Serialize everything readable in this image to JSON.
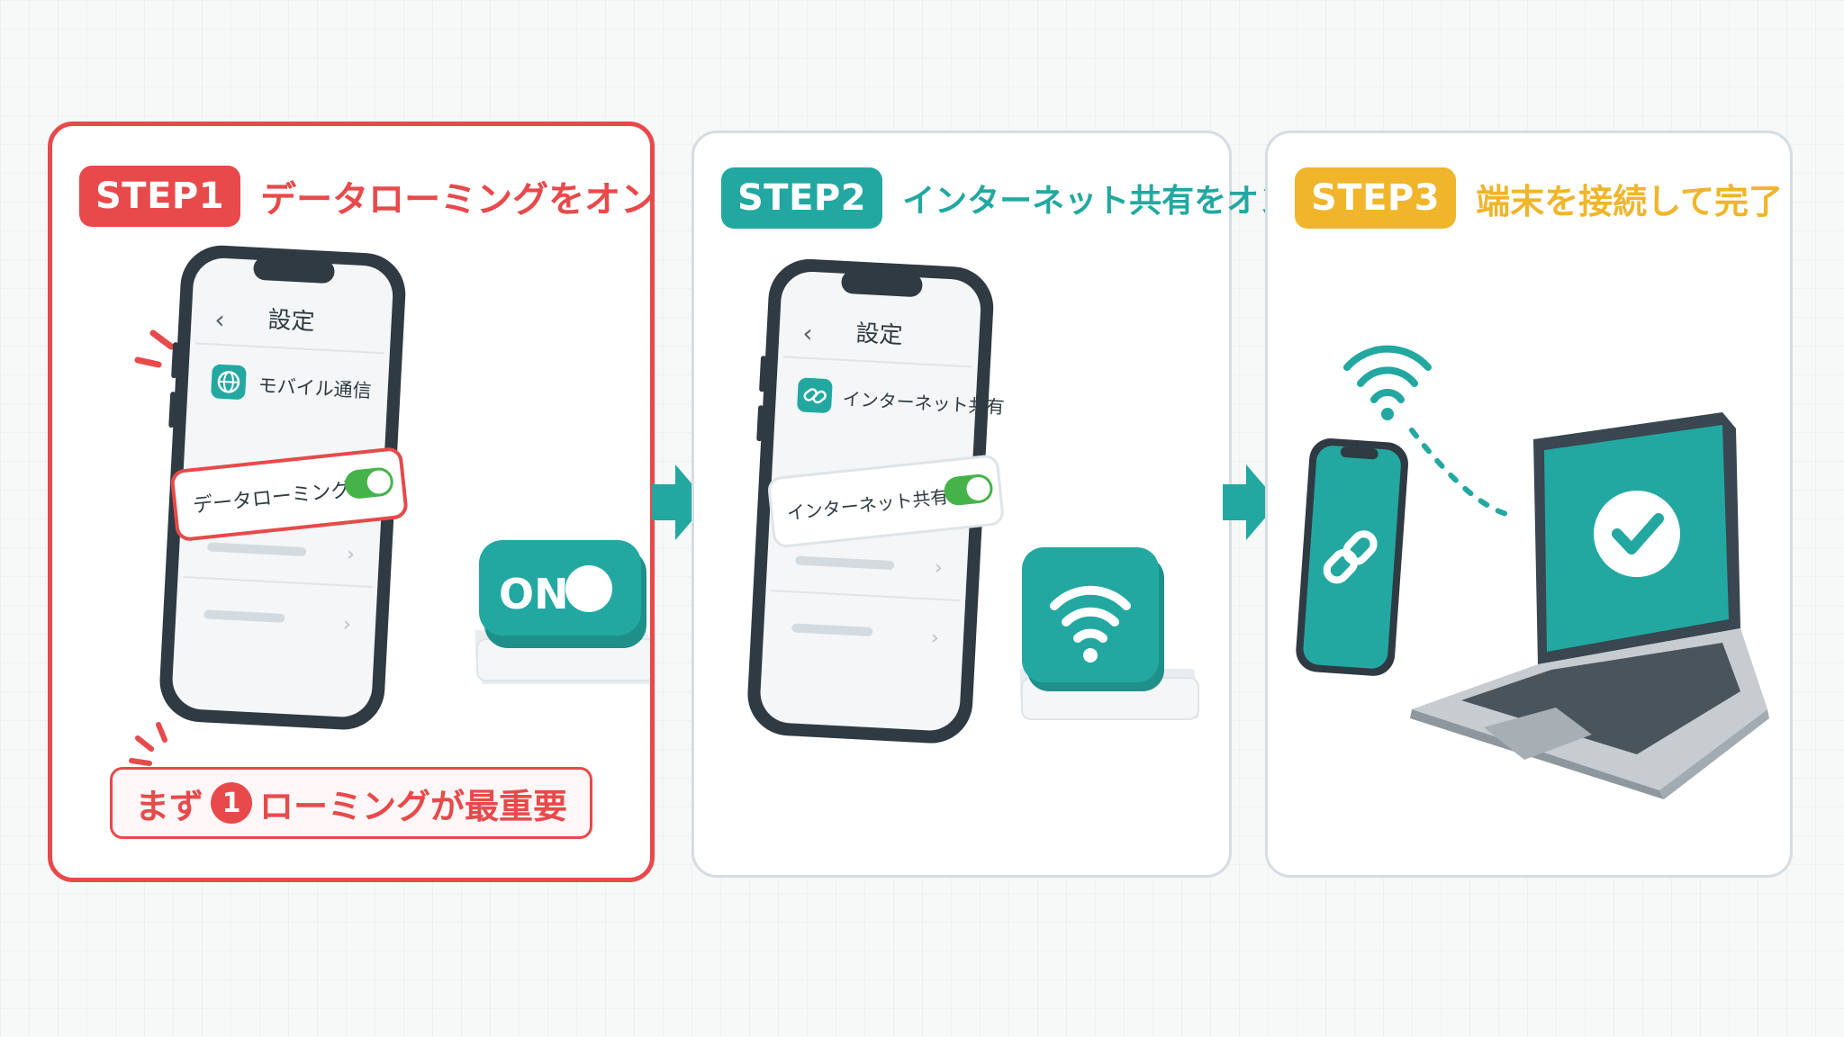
{
  "colors": {
    "red": "#e8494a",
    "teal": "#22a8a1",
    "amber": "#f0b52a",
    "phone_frame": "#2f3a43",
    "toggle_green": "#45b34a"
  },
  "steps": [
    {
      "badge": "STEP1",
      "title": "データローミングをオン",
      "phone": {
        "screen_title": "設定",
        "row1_icon": "globe-icon",
        "row1_label": "モバイル通信",
        "row2_label": "データローミング",
        "toggle_on": true
      },
      "illustration": {
        "label": "ON",
        "icon": "toggle-switch-icon"
      },
      "callout": {
        "pre": "まず",
        "num": "1",
        "post": "ローミングが最重要"
      }
    },
    {
      "badge": "STEP2",
      "title": "インターネット共有をオン",
      "phone": {
        "screen_title": "設定",
        "row1_icon": "link-icon",
        "row1_label": "インターネット共有",
        "row2_label": "インターネット共有",
        "toggle_on": true
      },
      "illustration": {
        "icon": "wifi-icon"
      }
    },
    {
      "badge": "STEP3",
      "title": "端末を接続して完了",
      "illustration": {
        "phone_icon": "link-icon",
        "signal_icon": "wifi-icon",
        "laptop_icon": "check-icon"
      }
    }
  ]
}
